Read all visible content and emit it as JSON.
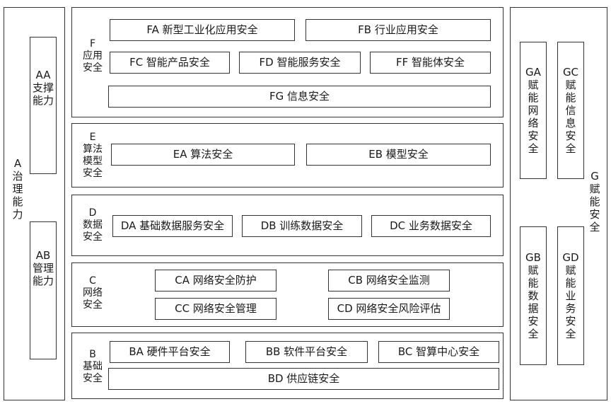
{
  "governance": {
    "code": "A",
    "chars": [
      "治",
      "理",
      "能",
      "力"
    ],
    "support": {
      "code": "AA",
      "chars": [
        "支撑",
        "能力"
      ]
    },
    "management": {
      "code": "AB",
      "chars": [
        "管理",
        "能力"
      ]
    }
  },
  "layers": {
    "F": {
      "label": [
        "F",
        "应用",
        "安全"
      ],
      "items": {
        "FA": "FA 新型工业化应用安全",
        "FB": "FB 行业应用安全",
        "FC": "FC 智能产品安全",
        "FD": "FD 智能服务安全",
        "FF": "FF 智能体安全",
        "FG": "FG 信息安全"
      }
    },
    "E": {
      "label": [
        "E",
        "算法",
        "模型",
        "安全"
      ],
      "items": {
        "EA": "EA 算法安全",
        "EB": "EB 模型安全"
      }
    },
    "D": {
      "label": [
        "D",
        "数据",
        "安全"
      ],
      "items": {
        "DA": "DA 基础数据服务安全",
        "DB": "DB 训练数据安全",
        "DC": "DC 业务数据安全"
      }
    },
    "C": {
      "label": [
        "C",
        "网络",
        "安全"
      ],
      "items": {
        "CA": "CA 网络安全防护",
        "CB": "CB 网络安全监测",
        "CC": "CC 网络安全管理",
        "CD": "CD 网络安全风险评估"
      }
    },
    "B": {
      "label": [
        "B",
        "基础",
        "安全"
      ],
      "items": {
        "BA": "BA 硬件平台安全",
        "BB": "BB 软件平台安全",
        "BC": "BC 智算中心安全",
        "BD": "BD 供应链安全"
      }
    }
  },
  "empowerment": {
    "code": "G",
    "chars": [
      "赋",
      "能",
      "安",
      "全"
    ],
    "GA": [
      "GA",
      "赋",
      "能",
      "网",
      "络",
      "安",
      "全"
    ],
    "GC": [
      "GC",
      "赋",
      "能",
      "信",
      "息",
      "安",
      "全"
    ],
    "GB": [
      "GB",
      "赋",
      "能",
      "数",
      "据",
      "安",
      "全"
    ],
    "GD": [
      "GD",
      "赋",
      "能",
      "业",
      "务",
      "安",
      "全"
    ]
  }
}
